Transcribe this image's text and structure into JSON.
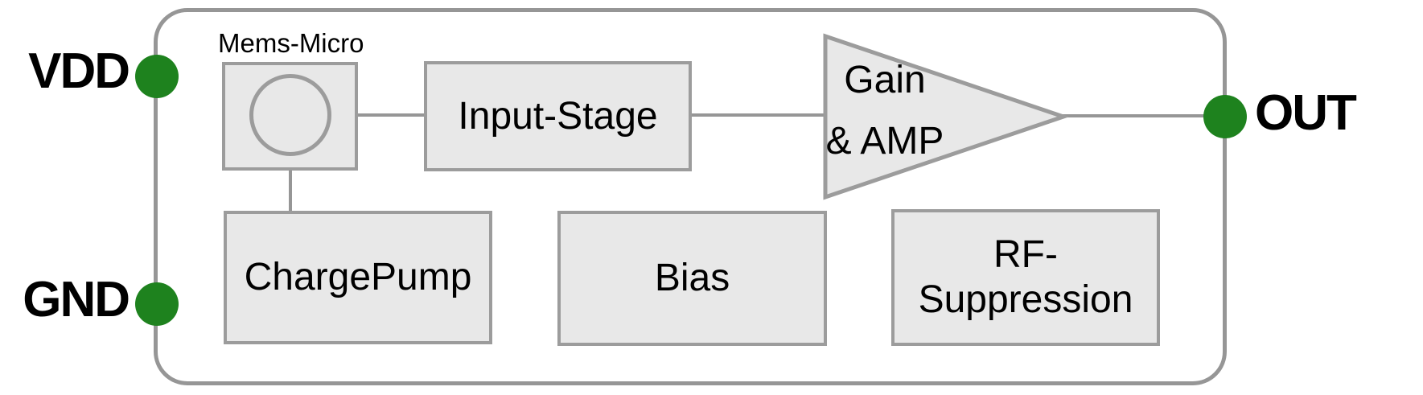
{
  "pins": {
    "vdd": "VDD",
    "gnd": "GND",
    "out": "OUT"
  },
  "blocks": {
    "mems_micro": "Mems-Micro",
    "input_stage": "Input-Stage",
    "gain_amp": {
      "line1": "Gain",
      "line2": "& AMP"
    },
    "charge_pump": "ChargePump",
    "bias": "Bias",
    "rf_suppression": {
      "line1": "RF-",
      "line2": "Suppression"
    }
  },
  "colors": {
    "pin": "#1e821e",
    "wire": "#969696",
    "block_fill": "#e8e8e8",
    "block_border": "#9c9c9c",
    "label": "#000000",
    "background": "#ffffff"
  }
}
